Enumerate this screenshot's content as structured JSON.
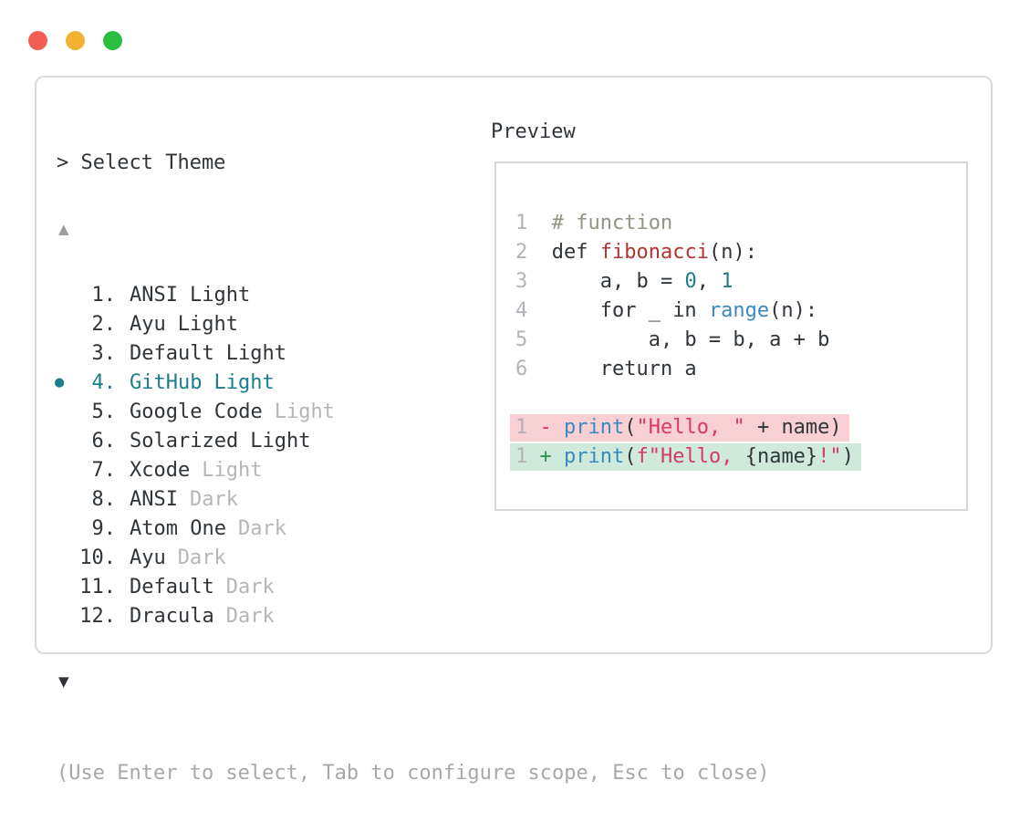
{
  "window": {
    "traffic_lights": [
      {
        "name": "close",
        "color": "#f15e56"
      },
      {
        "name": "minimize",
        "color": "#f2b234"
      },
      {
        "name": "zoom",
        "color": "#2cbf3f"
      }
    ]
  },
  "colors": {
    "text_dark": "#30353a",
    "text_muted": "#b4b6b8",
    "footer_gray": "#a6a9ab",
    "selected_accent": "#1a7f8a",
    "comment_green": "#8f9683",
    "function_red": "#b23430",
    "builtin_blue": "#3a8ac0",
    "string_crimson": "#d63a62",
    "diff_removed_bg": "#f8cfd2",
    "diff_added_bg": "#cfeadb",
    "panel_border": "#dadada"
  },
  "panel": {
    "title": "> Select Theme",
    "scroll_up_indicator": "▲",
    "scroll_down_indicator": "▼",
    "selected_marker": "●",
    "footer_hint": "(Use Enter to select, Tab to configure scope, Esc to close)",
    "themes": [
      {
        "number": "1",
        "name": "ANSI",
        "variant": "Light",
        "variant_muted": false,
        "selected": false
      },
      {
        "number": "2",
        "name": "Ayu",
        "variant": "Light",
        "variant_muted": false,
        "selected": false
      },
      {
        "number": "3",
        "name": "Default",
        "variant": "Light",
        "variant_muted": false,
        "selected": false
      },
      {
        "number": "4",
        "name": "GitHub",
        "variant": "Light",
        "variant_muted": false,
        "selected": true
      },
      {
        "number": "5",
        "name": "Google Code",
        "variant": "Light",
        "variant_muted": true,
        "selected": false
      },
      {
        "number": "6",
        "name": "Solarized",
        "variant": "Light",
        "variant_muted": false,
        "selected": false
      },
      {
        "number": "7",
        "name": "Xcode",
        "variant": "Light",
        "variant_muted": true,
        "selected": false
      },
      {
        "number": "8",
        "name": "ANSI",
        "variant": "Dark",
        "variant_muted": true,
        "selected": false
      },
      {
        "number": "9",
        "name": "Atom One",
        "variant": "Dark",
        "variant_muted": true,
        "selected": false
      },
      {
        "number": "10",
        "name": "Ayu",
        "variant": "Dark",
        "variant_muted": true,
        "selected": false
      },
      {
        "number": "11",
        "name": "Default",
        "variant": "Dark",
        "variant_muted": true,
        "selected": false
      },
      {
        "number": "12",
        "name": "Dracula",
        "variant": "Dark",
        "variant_muted": true,
        "selected": false
      }
    ]
  },
  "preview": {
    "label": "Preview",
    "lines": [
      {
        "segments": [
          [
            "1",
            "ln"
          ],
          [
            "  ",
            "d"
          ],
          [
            "# function",
            "com"
          ]
        ]
      },
      {
        "segments": [
          [
            "2",
            "ln"
          ],
          [
            "  ",
            "d"
          ],
          [
            "def ",
            "d"
          ],
          [
            "fibonacci",
            "fn"
          ],
          [
            "(n):",
            "d"
          ]
        ]
      },
      {
        "segments": [
          [
            "3",
            "ln"
          ],
          [
            "      a, b = ",
            "d"
          ],
          [
            "0",
            "num"
          ],
          [
            ", ",
            "d"
          ],
          [
            "1",
            "num"
          ]
        ]
      },
      {
        "segments": [
          [
            "4",
            "ln"
          ],
          [
            "      for _ in ",
            "d"
          ],
          [
            "range",
            "bi"
          ],
          [
            "(n):",
            "d"
          ]
        ]
      },
      {
        "segments": [
          [
            "5",
            "ln"
          ],
          [
            "          a, b = b, a + b",
            "d"
          ]
        ]
      },
      {
        "segments": [
          [
            "6",
            "ln"
          ],
          [
            "      return a",
            "d"
          ]
        ]
      },
      {
        "blank": true
      },
      {
        "diff": "removed",
        "segments": [
          [
            "1",
            "ln"
          ],
          [
            " ",
            "d"
          ],
          [
            "- ",
            "minus"
          ],
          [
            "print",
            "bi"
          ],
          [
            "(",
            "d"
          ],
          [
            "\"Hello, \"",
            "str"
          ],
          [
            " + name)",
            "d"
          ]
        ]
      },
      {
        "diff": "added",
        "segments": [
          [
            "1",
            "ln"
          ],
          [
            " ",
            "d"
          ],
          [
            "+ ",
            "plus"
          ],
          [
            "print",
            "bi"
          ],
          [
            "(",
            "d"
          ],
          [
            "f\"Hello, ",
            "str"
          ],
          [
            "{name}",
            "d"
          ],
          [
            "!\"",
            "str"
          ],
          [
            ")",
            "d"
          ]
        ]
      }
    ]
  }
}
